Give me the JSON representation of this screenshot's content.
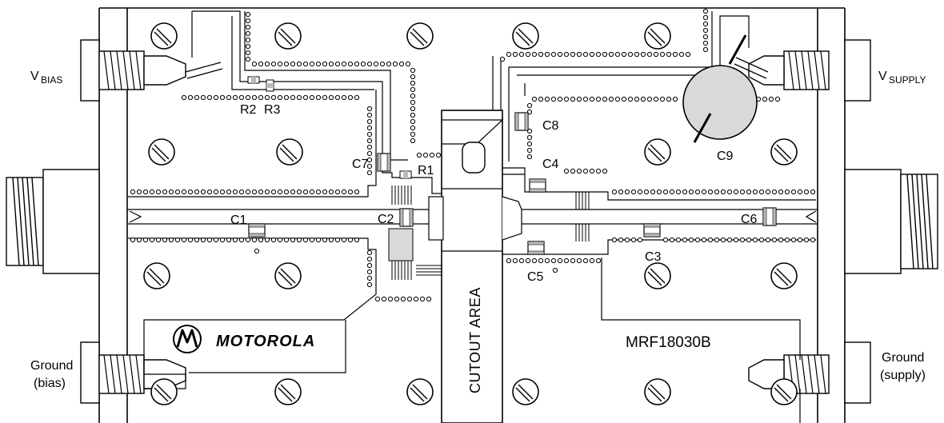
{
  "labels": {
    "v_bias_main": "V",
    "v_bias_sub": "BIAS",
    "v_supply_main": "V",
    "v_supply_sub": "SUPPLY",
    "ground_bias_line1": "Ground",
    "ground_bias_line2": "(bias)",
    "ground_supply_line1": "Ground",
    "ground_supply_line2": "(supply)",
    "motorola": "MOTOROLA",
    "part_number": "MRF18030B",
    "cutout_area": "CUTOUT AREA"
  },
  "components": {
    "R2": "R2",
    "R3": "R3",
    "R1": "R1",
    "C1": "C1",
    "C2": "C2",
    "C3": "C3",
    "C4": "C4",
    "C5": "C5",
    "C6": "C6",
    "C7": "C7",
    "C8": "C8",
    "C9": "C9"
  },
  "colors": {
    "outline": "#000000",
    "fill_gray": "#d9d9d9",
    "background": "#ffffff"
  }
}
